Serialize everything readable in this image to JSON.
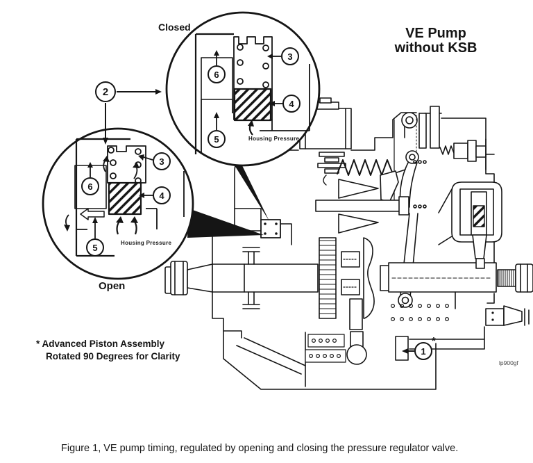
{
  "figure": {
    "title_line1": "VE Pump",
    "title_line2": "without KSB",
    "caption": "Figure 1, VE pump timing, regulated by opening and closing the pressure regulator valve.",
    "code": "lp900gf",
    "footnote_line1": "* Advanced Piston Assembly",
    "footnote_line2": "Rotated 90 Degrees for Clarity"
  },
  "detail_closed": {
    "label": "Closed",
    "housing_pressure_label": "Housing Pressure",
    "callout_3": "3",
    "callout_4": "4",
    "callout_5": "5",
    "callout_6": "6"
  },
  "detail_open": {
    "label": "Open",
    "housing_pressure_label": "Housing Pressure",
    "callout_3": "3",
    "callout_4": "4",
    "callout_5": "5",
    "callout_6": "6"
  },
  "callouts": {
    "detail_pointer": "2",
    "regulator_valve": "1",
    "asterisk": "*"
  },
  "colors": {
    "ink": "#151515",
    "paper": "#ffffff"
  }
}
